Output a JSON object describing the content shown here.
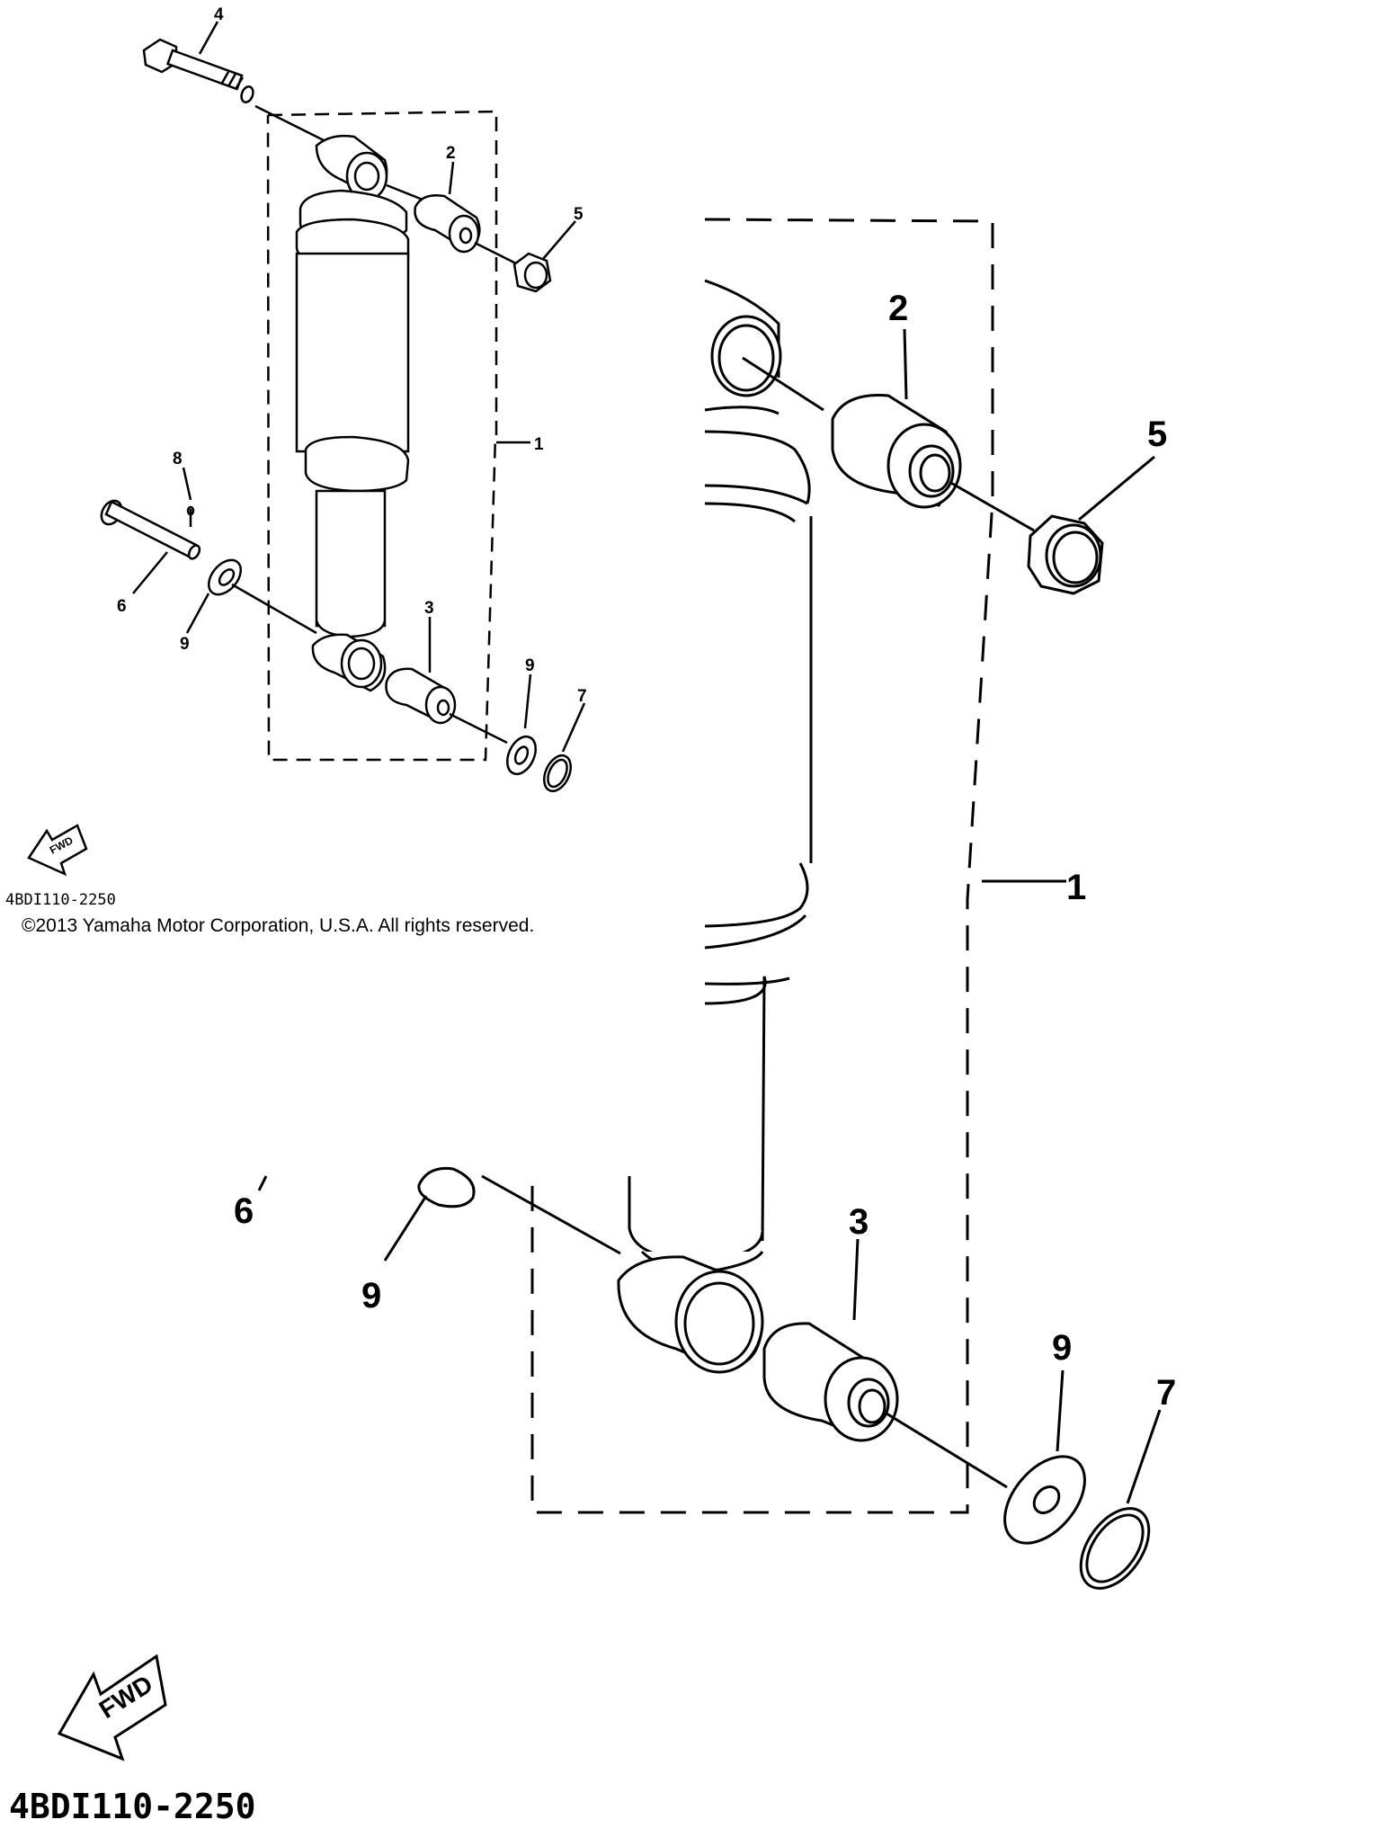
{
  "diagram": {
    "copyright": "©2013 Yamaha Motor Corporation, U.S.A. All rights reserved.",
    "drawing_code": "4BDI110-2250",
    "fwd_label": "FWD",
    "callouts": {
      "assembly": "1",
      "bushing_upper": "2",
      "bushing_lower": "3",
      "bolt": "4",
      "nut": "5",
      "pin": "6",
      "plain_washer": "7",
      "cotter_pin": "8",
      "washer": "9"
    }
  }
}
